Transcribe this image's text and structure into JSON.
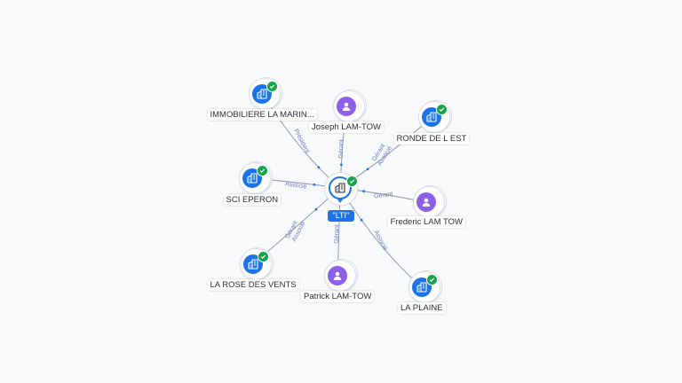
{
  "colors": {
    "company": "#1a73e8",
    "person": "#8e5fe8",
    "verified": "#17a34a",
    "edge": "#8a93a3",
    "edge_label": "#6b78c9"
  },
  "center": {
    "label": "\"LTI\"",
    "icon": "building-icon",
    "verified": true
  },
  "nodes": [
    {
      "id": "n1",
      "label": "IMMOBILIERE LA MARIN...",
      "kind": "company",
      "icon": "building-icon",
      "verified": true
    },
    {
      "id": "n2",
      "label": "Joseph LAM-TOW",
      "kind": "person",
      "icon": "person-icon",
      "verified": false
    },
    {
      "id": "n3",
      "label": "RONDE DE L EST",
      "kind": "company",
      "icon": "building-icon",
      "verified": true
    },
    {
      "id": "n4",
      "label": "SCI EPERON",
      "kind": "company",
      "icon": "building-icon",
      "verified": true
    },
    {
      "id": "n5",
      "label": "Frederic LAM TOW",
      "kind": "person",
      "icon": "person-icon",
      "verified": false
    },
    {
      "id": "n6",
      "label": "LA ROSE DES VENTS",
      "kind": "company",
      "icon": "building-icon",
      "verified": true
    },
    {
      "id": "n7",
      "label": "Patrick LAM-TOW",
      "kind": "person",
      "icon": "person-icon",
      "verified": false
    },
    {
      "id": "n8",
      "label": "LA PLAINE",
      "kind": "company",
      "icon": "building-icon",
      "verified": true
    }
  ],
  "edges": [
    {
      "to": "n1",
      "labels": [
        "Président"
      ]
    },
    {
      "to": "n2",
      "labels": [
        "Gérant"
      ]
    },
    {
      "to": "n3",
      "labels": [
        "Gérant",
        "Associé"
      ]
    },
    {
      "to": "n4",
      "labels": [
        "Associé"
      ]
    },
    {
      "to": "n5",
      "labels": [
        "Gérant"
      ]
    },
    {
      "to": "n6",
      "labels": [
        "Gérant",
        "Associé"
      ]
    },
    {
      "to": "n7",
      "labels": [
        "Gérant"
      ]
    },
    {
      "to": "n8",
      "labels": [
        "Associé"
      ]
    }
  ]
}
